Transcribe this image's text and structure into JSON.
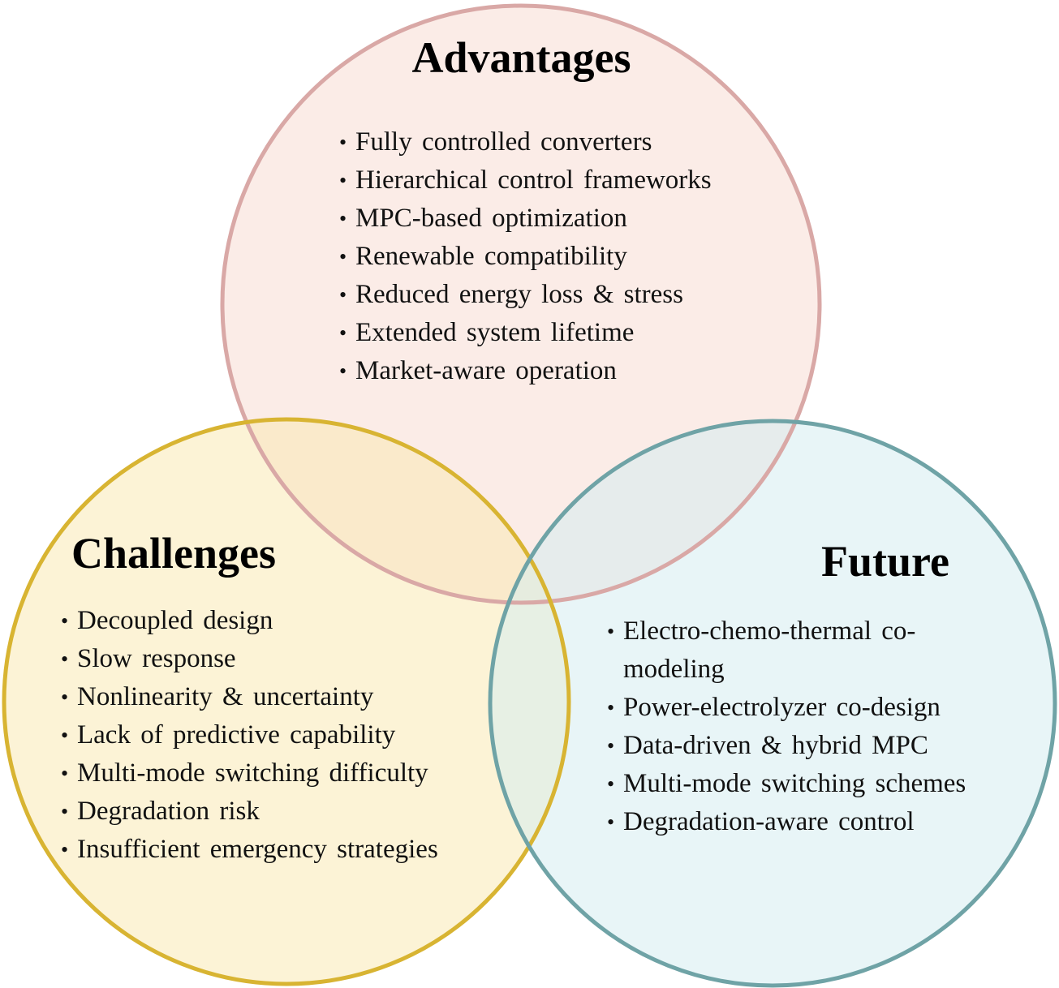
{
  "colors": {
    "advantages_fill": "#f8dcd3",
    "advantages_stroke": "#d9a8a6",
    "challenges_fill": "#fae9b5",
    "challenges_stroke": "#d8b432",
    "future_fill": "#d6ecf1",
    "future_stroke": "#6fa3a6"
  },
  "advantages": {
    "title": "Advantages",
    "items": [
      "Fully controlled converters",
      "Hierarchical control frameworks",
      "MPC-based optimization",
      "Renewable compatibility",
      "Reduced energy loss & stress",
      "Extended system lifetime",
      "Market-aware operation"
    ]
  },
  "challenges": {
    "title": "Challenges",
    "items": [
      "Decoupled design",
      "Slow response",
      "Nonlinearity & uncertainty",
      "Lack of predictive capability",
      "Multi-mode switching difficulty",
      "Degradation risk",
      "Insufficient emergency strategies"
    ]
  },
  "future": {
    "title": "Future",
    "items": [
      "Electro-chemo-thermal co-modeling",
      "Power-electrolyzer co-design",
      "Data-driven & hybrid MPC",
      "Multi-mode switching schemes",
      "Degradation-aware control"
    ]
  }
}
